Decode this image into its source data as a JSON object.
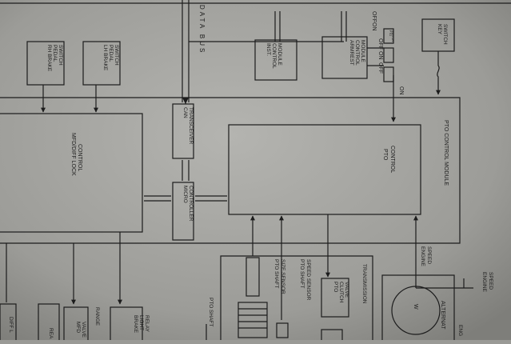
{
  "diagram": {
    "data_bus": "DATA BUS",
    "key_switch": [
      "KEY",
      "SWITCH"
    ],
    "inst_control_module": [
      "INST.",
      "CONTROL",
      "MODULE"
    ],
    "armrest_control_module": [
      "ARMREST",
      "CONTROL",
      "MODULE"
    ],
    "pto_switch_labels": {
      "offon": "OFFON",
      "off_on_1": "OFF ON",
      "off": "OFF",
      "on": "ON"
    },
    "mini_switch_text": [
      "PTO",
      "SWITCH"
    ],
    "rh_brake_pedal_switch": [
      "RH BRAKE",
      "PEDAL",
      "SWITCH"
    ],
    "lh_brake_pedal_switch": [
      "LH BRAKE",
      "PEDAL",
      "SWITCH"
    ],
    "mfd_diff_lock_control": [
      "MFD/DIFF LOCK",
      "CONTROL"
    ],
    "can_transceiver": [
      "CAN",
      "TRANSCEIVER"
    ],
    "micro_controller": [
      "MICRO",
      "CONTROLLER"
    ],
    "pto_control": [
      "PTO",
      "CONTROL"
    ],
    "pto_control_module": "PTO CONTROL MODULE",
    "engine_speed": [
      "ENGINE",
      "SPEED"
    ],
    "transmission": "TRANSMISSION",
    "pto_shaft_size_sensor": [
      "PTO SHAFT",
      "SIZE SENSOR"
    ],
    "pto_shaft_speed_sensor": [
      "PTO SHAFT",
      "SPEED SENSOR"
    ],
    "pto_clutch_valve": [
      "PTO",
      "CLUTCH",
      "VALVE"
    ],
    "pto_shaft": "PTO SHAFT",
    "alternator": "ALTERNAT",
    "alternator_w": "W",
    "engine_speed_out": [
      "ENGINE",
      "SPEED"
    ],
    "eng_partial": "ENG",
    "brake_light_relay": [
      "BRAKE",
      "LIGHT",
      "RELAY"
    ],
    "range_partial": "RANGE",
    "mfd_valve": [
      "MFD",
      "VALVE"
    ],
    "diff_partial": "DIFF L",
    "rea_partial": "REA"
  }
}
